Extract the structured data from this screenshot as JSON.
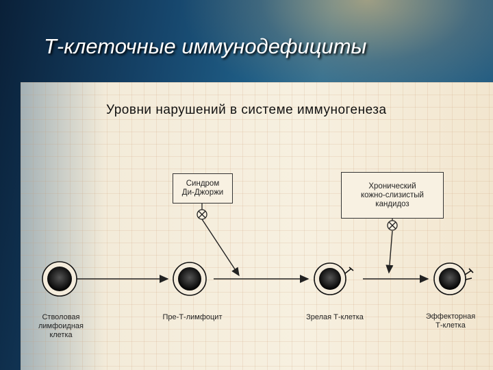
{
  "slide": {
    "title": "Т-клеточные иммунодефициты",
    "subtitle": "Уровни нарушений в системе иммуногенеза"
  },
  "diagram": {
    "blocks": [
      {
        "id": "digeorge",
        "text": "Синдром\nДи-Джоржи"
      },
      {
        "id": "candidiasis",
        "text": "Хронический\nкожно-слизистый\nкандидоз"
      }
    ],
    "cells": [
      {
        "id": "stem",
        "label": "Стволовая\nлимфоидная\nклетка"
      },
      {
        "id": "pre_t",
        "label": "Пре-Т-лимфоцит"
      },
      {
        "id": "mature_t",
        "label": "Зрелая Т-клетка"
      },
      {
        "id": "effector_t",
        "label": "Эффекторная\nТ-клетка"
      }
    ]
  }
}
